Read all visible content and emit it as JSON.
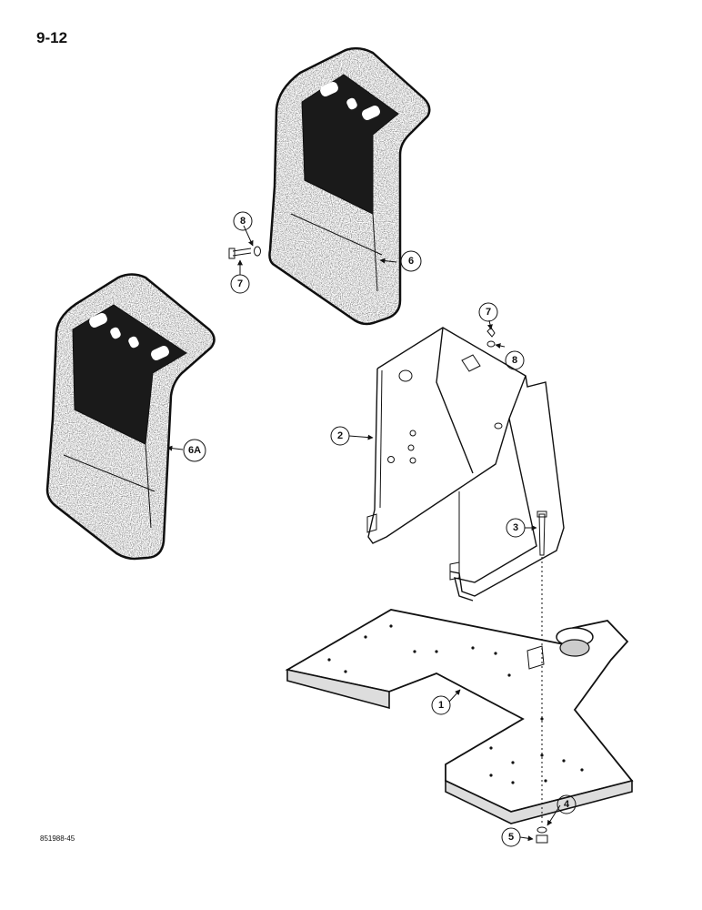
{
  "page": {
    "page_number": "9-12",
    "drawing_number": "851988-45"
  },
  "callouts": {
    "c1": "1",
    "c2": "2",
    "c3": "3",
    "c4": "4",
    "c5": "5",
    "c6": "6",
    "c6a": "6A",
    "c7a": "7",
    "c7b": "7",
    "c8a": "8",
    "c8b": "8"
  },
  "colors": {
    "ink": "#111111",
    "paper": "#ffffff",
    "speckle_fill": "#d8d8d8",
    "dark_panel": "#1a1a1a"
  }
}
